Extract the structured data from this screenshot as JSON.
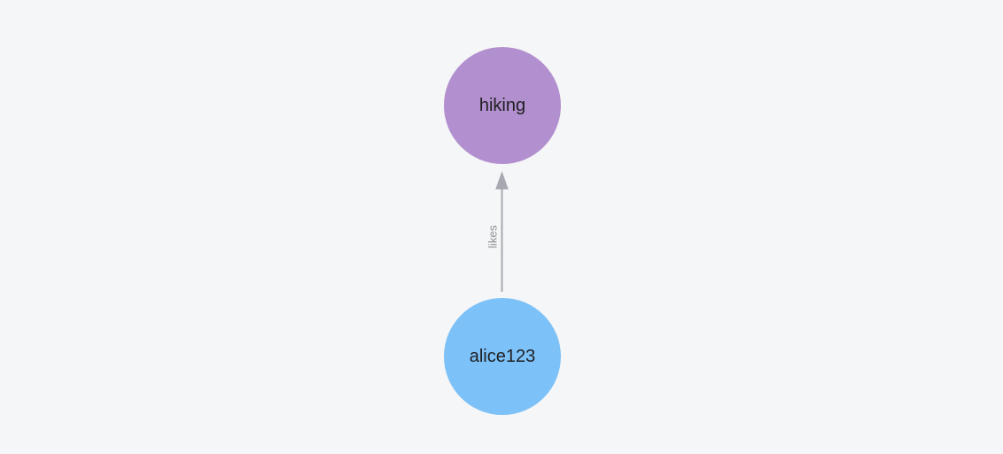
{
  "graph": {
    "nodes": [
      {
        "id": "hiking",
        "label": "hiking",
        "color": "#b28fce"
      },
      {
        "id": "alice123",
        "label": "alice123",
        "color": "#7cc1f7"
      }
    ],
    "edges": [
      {
        "from": "alice123",
        "to": "hiking",
        "label": "likes"
      }
    ]
  },
  "palette": {
    "background": "#f5f6f7",
    "node-hiking": "#b28fce",
    "node-alice": "#7cc1f7",
    "edge": "#a6a9b1",
    "edge-label": "#8d8f93",
    "node-label": "#1f1f21"
  }
}
